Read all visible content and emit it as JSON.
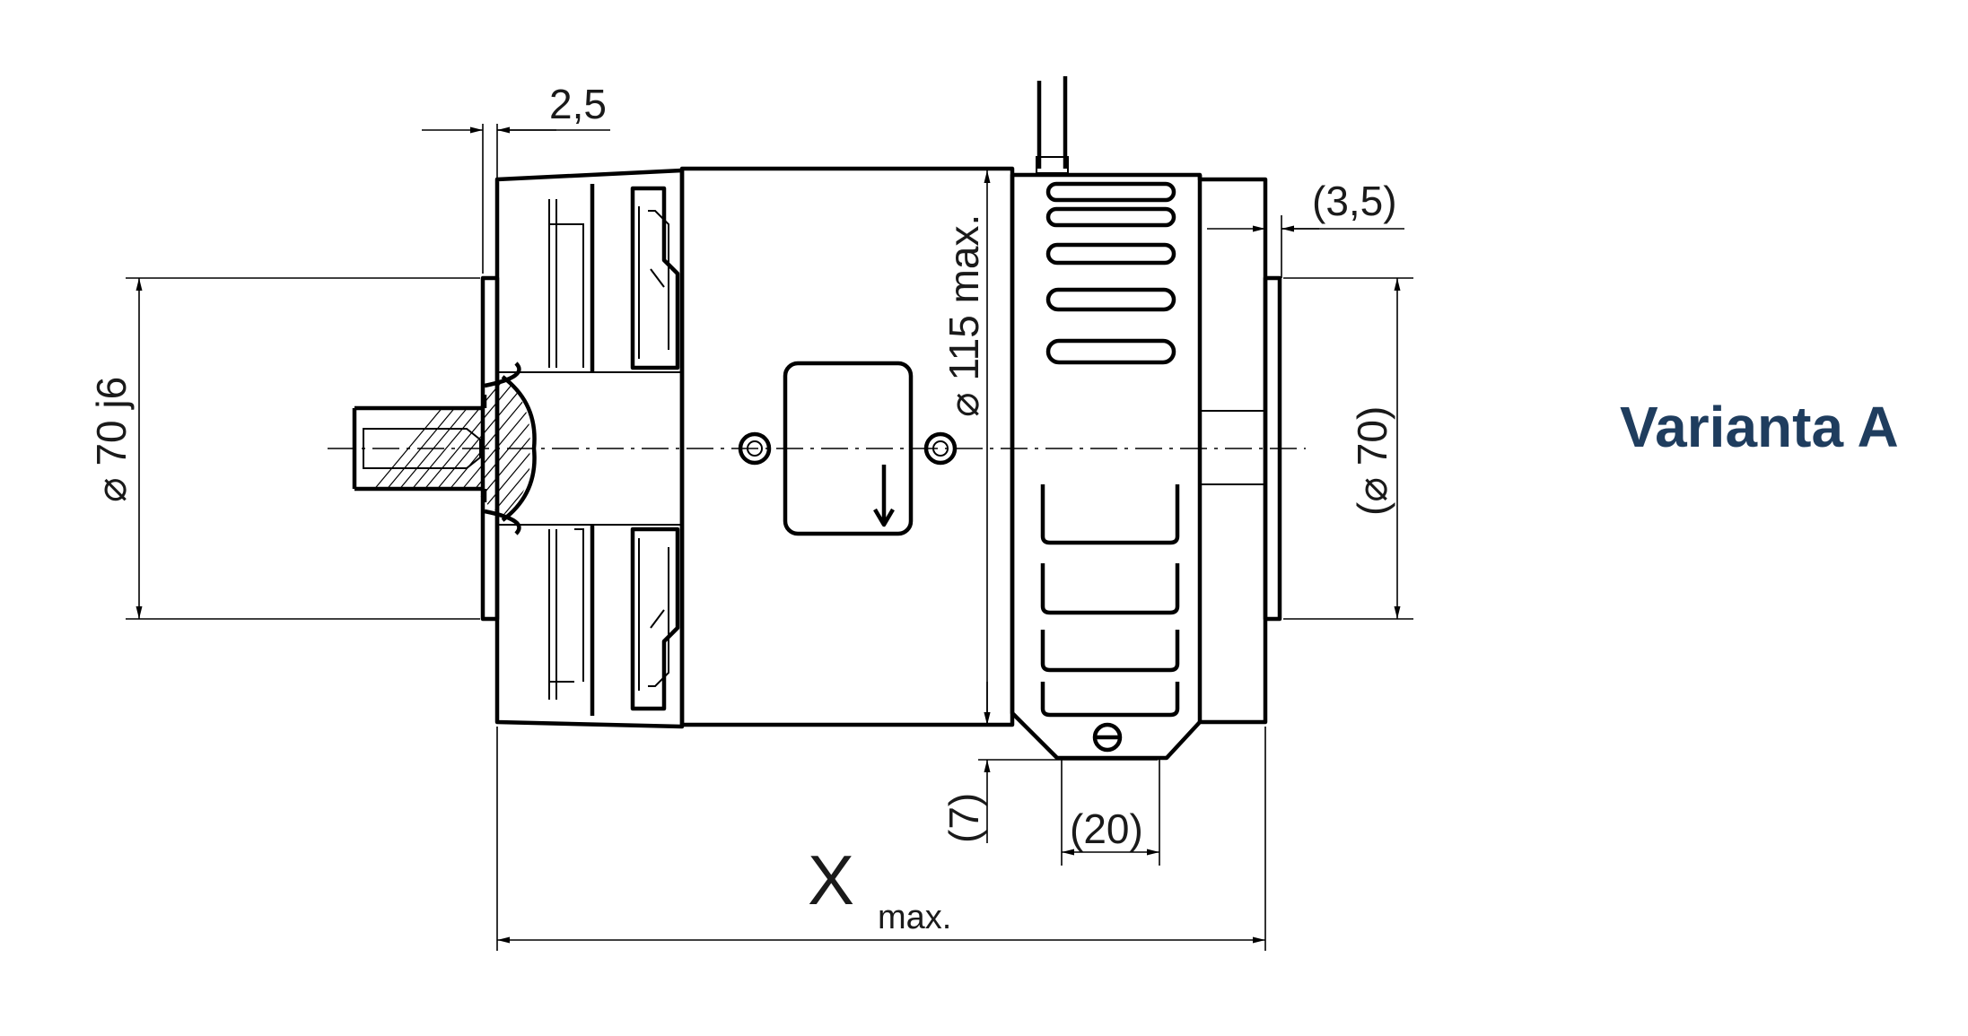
{
  "labels": {
    "dim_2_5": "2,5",
    "dim_3_5": "(3,5)",
    "dim_70j6": "⌀ 70 j6",
    "dim_115": "⌀ 115 max.",
    "dim_70": "(⌀ 70)",
    "dim_7": "(7)",
    "dim_20": "(20)",
    "dim_x": "X",
    "dim_x_sub": "max.",
    "variant": "Varianta A"
  },
  "colors": {
    "line": "#000000",
    "variant_text": "#1f3d5e"
  }
}
